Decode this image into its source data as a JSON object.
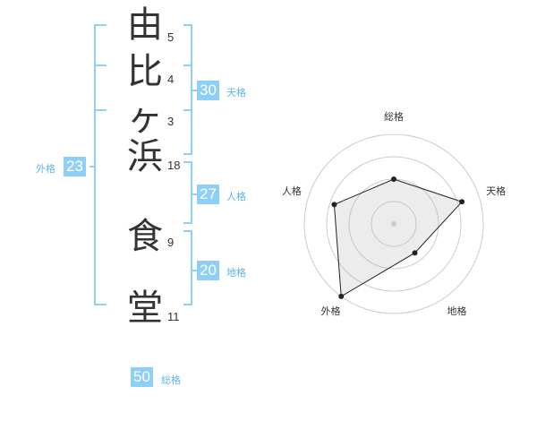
{
  "characters": [
    "由",
    "比",
    "ヶ",
    "浜",
    "食",
    "堂"
  ],
  "strokes": [
    "5",
    "4",
    "3",
    "18",
    "9",
    "11"
  ],
  "badges": {
    "tenkaku": {
      "value": "30",
      "label": "天格"
    },
    "jinkaku": {
      "value": "27",
      "label": "人格"
    },
    "chikaku": {
      "value": "20",
      "label": "地格"
    },
    "gaikaku": {
      "value": "23",
      "label": "外格"
    },
    "soukaku": {
      "value": "50",
      "label": "総格"
    }
  },
  "colors": {
    "bracket": "#8ecff7",
    "badge": "#8ecff7",
    "label": "#5fb4ec",
    "text": "#333333"
  },
  "chart_data": {
    "type": "radar",
    "axes": [
      "総格",
      "天格",
      "地格",
      "外格",
      "人格"
    ],
    "rings": 4,
    "values": [
      0.5,
      0.8,
      0.4,
      1.0,
      0.7
    ]
  }
}
